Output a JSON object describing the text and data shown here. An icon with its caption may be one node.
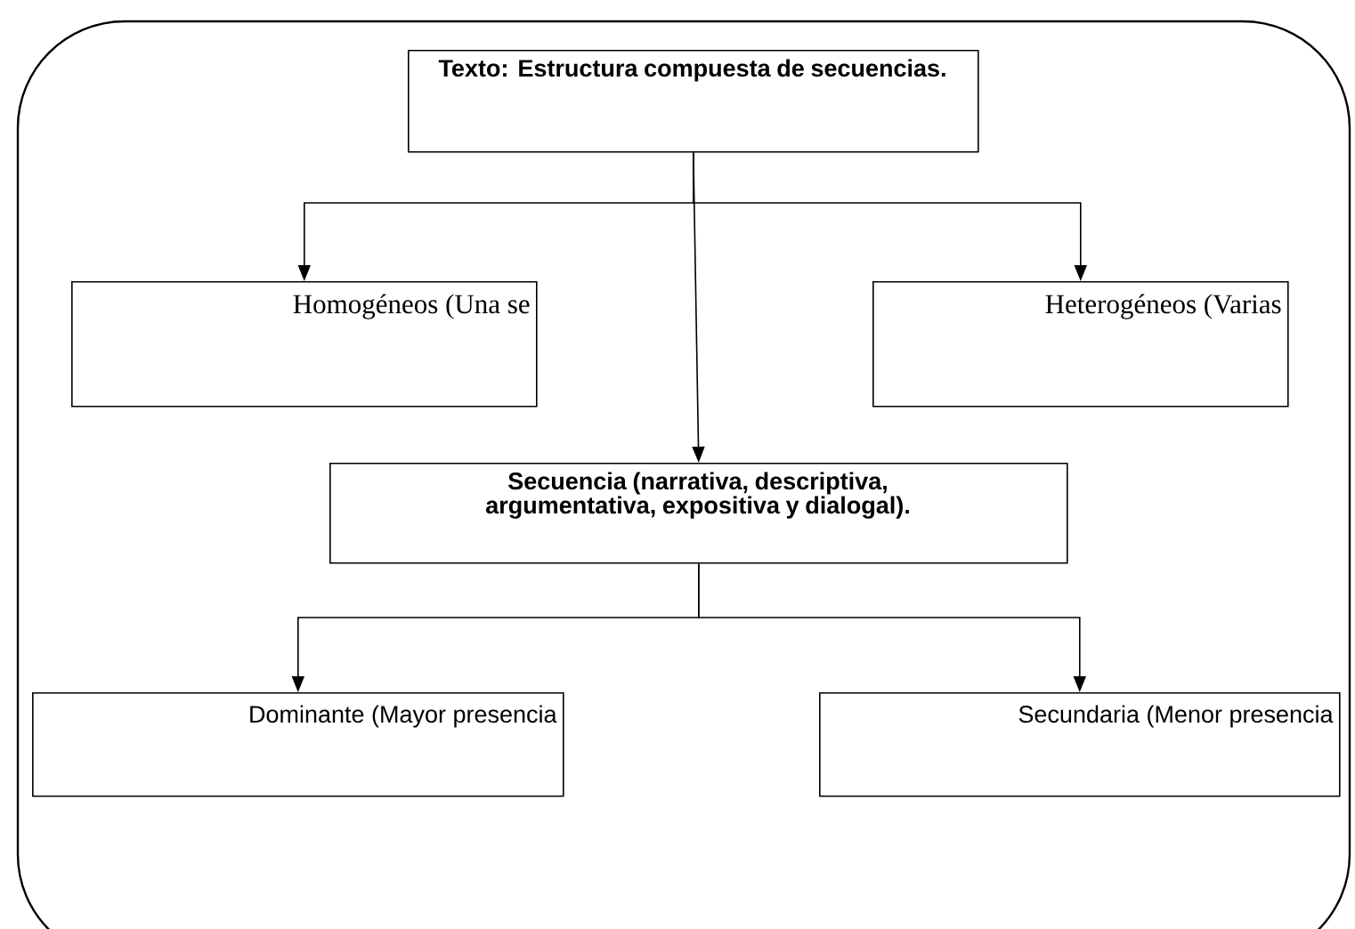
{
  "diagram": {
    "nodes": [
      {
        "text": [
          "Texto: Estructura compuesta de secuencias."
        ]
      },
      {
        "text": [
          "Homogéneos (Una se"
        ]
      },
      {
        "text": [
          "Heterogéneos (Varias"
        ]
      },
      {
        "text": [
          "Secuencia (narrativa, descriptiva, argumentativa, expositiva y dialogal)."
        ]
      },
      {
        "text": [
          "Dominante (Mayor presencia"
        ]
      },
      {
        "text": [
          "Secundaria (Menor presencia"
        ]
      }
    ],
    "edges": [
      {
        "from": 0,
        "to": 1,
        "arrow": "to"
      },
      {
        "from": 0,
        "to": 2,
        "arrow": "to"
      },
      {
        "from": 0,
        "to": 3,
        "arrow": "to"
      },
      {
        "from": 3,
        "to": 4,
        "arrow": "to"
      },
      {
        "from": 3,
        "to": 5,
        "arrow": "to"
      }
    ]
  }
}
